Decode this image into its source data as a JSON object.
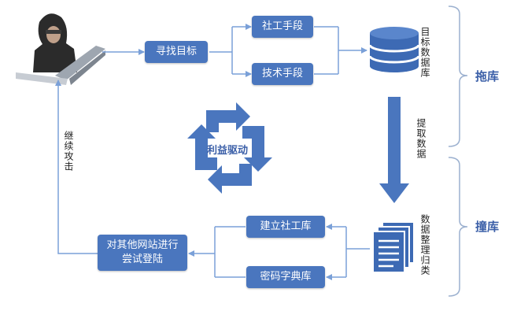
{
  "boxes": {
    "find_target": "寻找目标",
    "social_means": "社工手段",
    "tech_means": "技术手段",
    "build_social_db": "建立社工库",
    "password_dict": "密码字典库",
    "try_login": "对其他网站进行尝试登陆"
  },
  "labels": {
    "target_db": "目标数据库",
    "extract_data": "提取数据",
    "data_sorting": "数据整理归类",
    "continue_attack": "继续攻击",
    "cycle": "利益驱动"
  },
  "side_labels": {
    "drag": "拖库",
    "hit": "撞库"
  },
  "colors": {
    "accent": "#4a76be",
    "line": "#7aa0d8",
    "side_text": "#3b5fa8"
  },
  "icons": {
    "hacker": "hacker-laptop-icon",
    "database": "database-icon",
    "documents": "documents-icon",
    "cycle": "recycle-arrows-icon"
  }
}
